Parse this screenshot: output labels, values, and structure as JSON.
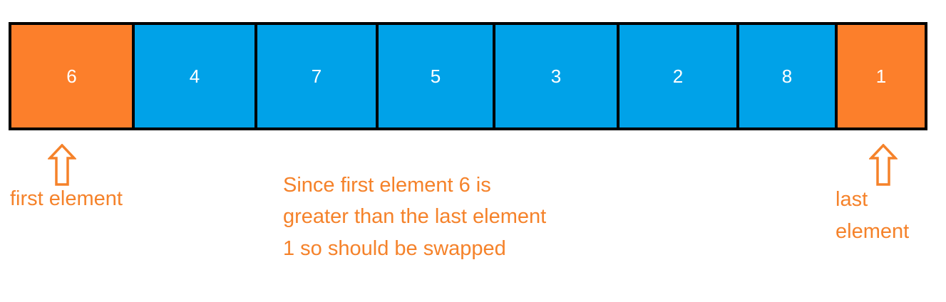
{
  "colors": {
    "highlight": "#FC7F2B",
    "normal": "#00A2E8",
    "border": "#000000",
    "text_accent": "#F5822A"
  },
  "array": {
    "cells": [
      {
        "value": "6",
        "state": "highlight"
      },
      {
        "value": "4",
        "state": "normal"
      },
      {
        "value": "7",
        "state": "normal"
      },
      {
        "value": "5",
        "state": "normal"
      },
      {
        "value": "3",
        "state": "normal"
      },
      {
        "value": "2",
        "state": "normal"
      },
      {
        "value": "8",
        "state": "normal"
      },
      {
        "value": "1",
        "state": "highlight"
      }
    ]
  },
  "labels": {
    "first": "first element",
    "last_line1": "last",
    "last_line2": "element"
  },
  "note": {
    "line1": "Since first element 6 is",
    "line2": "greater than the last element",
    "line3": "1 so should be swapped"
  },
  "icons": {
    "first_pointer": "arrow-up-outline-icon",
    "last_pointer": "arrow-up-outline-icon"
  }
}
